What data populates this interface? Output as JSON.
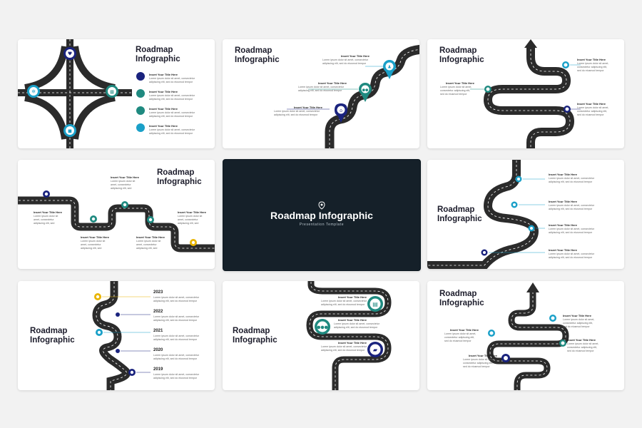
{
  "slide1": {
    "title": "Roadmap\nInfographic",
    "items": [
      {
        "title": "Insert Your Title Here",
        "text": "Lorem ipsum dolor sit amet, consectetur\nadipiscing elit, sed do eiusmod tempor"
      },
      {
        "title": "Insert Your Title Here",
        "text": "Lorem ipsum dolor sit amet, consectetur\nadipiscing elit, sed do eiusmod tempor"
      },
      {
        "title": "Insert Your Title Here",
        "text": "Lorem ipsum dolor sit amet, consectetur\nadipiscing elit, sed do eiusmod tempor"
      },
      {
        "title": "Insert Your Title Here",
        "text": "Lorem ipsum dolor sit amet, consectetur\nadipiscing elit, sed do eiusmod tempor"
      }
    ]
  },
  "slide2": {
    "title": "Roadmap\nInfographic",
    "items": [
      {
        "title": "Insert Your Title Here",
        "text": "Lorem ipsum dolor sit amet, consectetur\nadipiscing elit, sed do eiusmod tempor"
      },
      {
        "title": "Insert Your Title Here",
        "text": "Lorem ipsum dolor sit amet, consectetur\nadipiscing elit, sed do eiusmod tempor"
      },
      {
        "title": "Insert Your Title Here",
        "text": "Lorem ipsum dolor sit amet, consectetur\nadipiscing elit, sed do eiusmod tempor"
      }
    ]
  },
  "slide3": {
    "title": "Roadmap\nInfographic",
    "items": [
      {
        "title": "Insert Your Title Here",
        "text": "Lorem ipsum dolor sit amet,\nconsectetur adipiscing elit,\nsed do eiusmod tempor"
      },
      {
        "title": "Insert Your Title Here",
        "text": "Lorem ipsum dolor sit amet,\nconsectetur adipiscing elit,\nsed do eiusmod tempor"
      },
      {
        "title": "Insert Your Title Here",
        "text": "Lorem ipsum dolor sit amet,\nconsectetur adipiscing elit,\nsed do eiusmod tempor"
      }
    ]
  },
  "slide4": {
    "title": "Roadmap\nInfographic",
    "items": [
      {
        "title": "Insert Your Title Here",
        "text": "Lorem ipsum dolor sit\namet, consectetur\nadipiscing elit, sed"
      },
      {
        "title": "Insert Your Title Here",
        "text": "Lorem ipsum dolor sit\namet, consectetur\nadipiscing elit, sed"
      },
      {
        "title": "Insert Your Title Here",
        "text": "Lorem ipsum dolor sit\namet, consectetur\nadipiscing elit, sed"
      },
      {
        "title": "Insert Your Title Here",
        "text": "Lorem ipsum dolor sit\namet, consectetur\nadipiscing elit, sed"
      },
      {
        "title": "Insert Your Title Here",
        "text": "Lorem ipsum dolor sit\namet, consectetur\nadipiscing elit, sed"
      }
    ]
  },
  "slide5": {
    "title": "Roadmap Infographic",
    "subtitle": "Presentation Template"
  },
  "slide6": {
    "title": "Roadmap\nInfographic",
    "items": [
      {
        "title": "Insert Your Title Here",
        "text": "Lorem ipsum dolor sit amet, consectetur\nadipiscing elit, sed do eiusmod tempor"
      },
      {
        "title": "Insert Your Title Here",
        "text": "Lorem ipsum dolor sit amet, consectetur\nadipiscing elit, sed do eiusmod tempor"
      },
      {
        "title": "Insert Your Title Here",
        "text": "Lorem ipsum dolor sit amet, consectetur\nadipiscing elit, sed do eiusmod tempor"
      },
      {
        "title": "Insert Your Title Here",
        "text": "Lorem ipsum dolor sit amet, consectetur\nadipiscing elit, sed do eiusmod tempor"
      }
    ]
  },
  "slide7": {
    "title": "Roadmap\nInfographic",
    "items": [
      {
        "year": "2023",
        "text": "Lorem ipsum dolor sit amet, consectetur\nadipiscing elit, sed do eiusmod tempor"
      },
      {
        "year": "2022",
        "text": "Lorem ipsum dolor sit amet, consectetur\nadipiscing elit, sed do eiusmod tempor"
      },
      {
        "year": "2021",
        "text": "Lorem ipsum dolor sit amet, consectetur\nadipiscing elit, sed do eiusmod tempor"
      },
      {
        "year": "2020",
        "text": "Lorem ipsum dolor sit amet, consectetur\nadipiscing elit, sed do eiusmod tempor"
      },
      {
        "year": "2019",
        "text": "Lorem ipsum dolor sit amet, consectetur\nadipiscing elit, sed do eiusmod tempor"
      }
    ]
  },
  "slide8": {
    "title": "Roadmap\nInfographic",
    "items": [
      {
        "title": "Insert Your Title Here",
        "text": "Lorem ipsum dolor sit amet, consectetur\nadipiscing elit, sed do eiusmod tempor"
      },
      {
        "title": "Insert Your Title Here",
        "text": "Lorem ipsum dolor sit amet, consectetur\nadipiscing elit, sed do eiusmod tempor"
      },
      {
        "title": "Insert Your Title Here",
        "text": "Lorem ipsum dolor sit amet, consectetur\nadipiscing elit, sed do eiusmod tempor"
      }
    ]
  },
  "slide9": {
    "title": "Roadmap\nInfographic",
    "items": [
      {
        "title": "Insert Your Title Here",
        "text": "Lorem ipsum dolor sit amet,\nconsectetur adipiscing elit,\nsed do eiusmod tempor"
      },
      {
        "title": "Insert Your Title Here",
        "text": "Lorem ipsum dolor sit amet,\nconsectetur adipiscing elit,\nsed do eiusmod tempor"
      },
      {
        "title": "Insert Your Title Here",
        "text": "Lorem ipsum dolor sit amet,\nconsectetur adipiscing elit,\nsed do eiusmod tempor"
      },
      {
        "title": "Insert Your Title Here",
        "text": "Lorem ipsum dolor sit amet,\nconsectetur adipiscing elit,\nsed do eiusmod tempor"
      }
    ]
  },
  "colors": {
    "road": "#2b2b2b",
    "navy": "#1a237e",
    "teal": "#1f8a80",
    "cyan": "#1aa0c8",
    "yellow": "#e8b400",
    "dark_bg": "#152029"
  },
  "icons": [
    "heart-icon",
    "gear-icon",
    "briefcase-icon",
    "chart-icon",
    "bank-icon",
    "map-pin-icon",
    "people-icon",
    "folder-icon",
    "user-icon"
  ]
}
